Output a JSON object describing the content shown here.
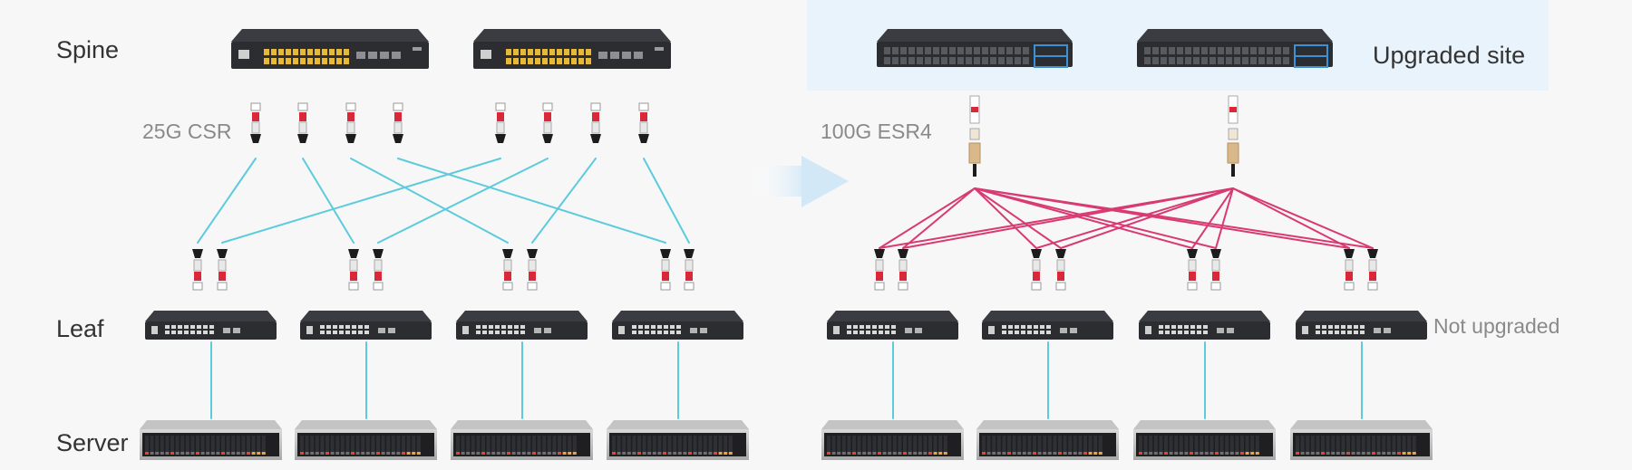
{
  "labels": {
    "spine": "Spine",
    "leaf": "Leaf",
    "server": "Server",
    "left_transceiver": "25G CSR",
    "right_transceiver": "100G ESR4",
    "upgraded_site": "Upgraded site",
    "not_upgraded": "Not upgraded"
  },
  "colors": {
    "background": "#f7f7f7",
    "upgraded_panel": "#e9f3fb",
    "link_25g": "#5ccbdc",
    "link_100g": "#d83a72",
    "server_link": "#5ccbdc",
    "arrow": "#d2e8f6",
    "device_body": "#2b2d31",
    "port_yellow": "#e6b93a",
    "port_blue": "#3d8fd6",
    "transceiver_red": "#d8283a",
    "breakout_tan": "#d9b98a"
  },
  "icons": {
    "spine_left": "spine-switch-25g-icon",
    "spine_right": "spine-switch-100g-icon",
    "leaf": "leaf-switch-icon",
    "server": "rack-server-icon",
    "transceiver": "sfp-transceiver-icon",
    "breakout": "mtp-breakout-icon",
    "migration": "arrow-right-icon"
  }
}
